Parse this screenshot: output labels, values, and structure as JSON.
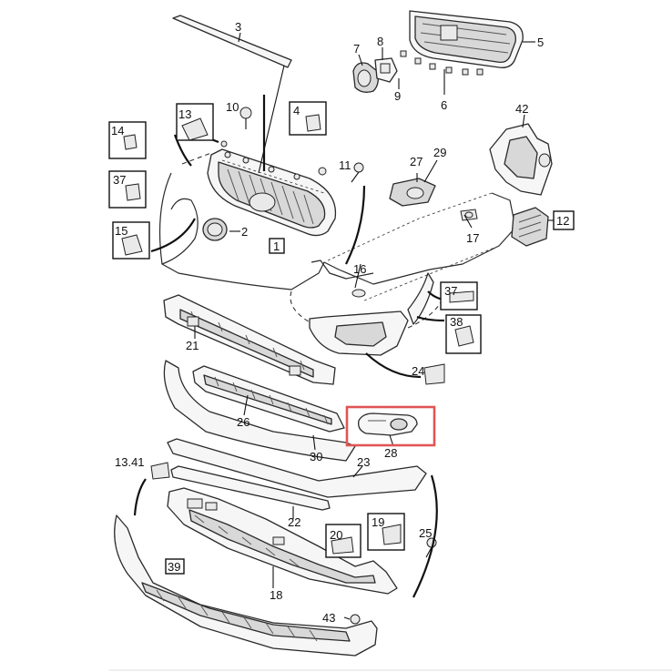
{
  "diagram": {
    "callouts": [
      {
        "id": "c3",
        "text": "3"
      },
      {
        "id": "c5",
        "text": "5"
      },
      {
        "id": "c7",
        "text": "7"
      },
      {
        "id": "c8",
        "text": "8"
      },
      {
        "id": "c9",
        "text": "9"
      },
      {
        "id": "c6",
        "text": "6"
      },
      {
        "id": "c13",
        "text": "13"
      },
      {
        "id": "c10",
        "text": "10"
      },
      {
        "id": "c4",
        "text": "4"
      },
      {
        "id": "c42",
        "text": "42"
      },
      {
        "id": "c14",
        "text": "14"
      },
      {
        "id": "c11",
        "text": "11"
      },
      {
        "id": "c27",
        "text": "27"
      },
      {
        "id": "c29",
        "text": "29"
      },
      {
        "id": "c37a",
        "text": "37"
      },
      {
        "id": "c2",
        "text": "2"
      },
      {
        "id": "c12",
        "text": "12"
      },
      {
        "id": "c15",
        "text": "15"
      },
      {
        "id": "c1",
        "text": "1"
      },
      {
        "id": "c17",
        "text": "17"
      },
      {
        "id": "c16",
        "text": "16"
      },
      {
        "id": "c37b",
        "text": "37"
      },
      {
        "id": "c38",
        "text": "38"
      },
      {
        "id": "c21",
        "text": "21"
      },
      {
        "id": "c24",
        "text": "24"
      },
      {
        "id": "c26",
        "text": "26"
      },
      {
        "id": "c30",
        "text": "30"
      },
      {
        "id": "c28",
        "text": "28"
      },
      {
        "id": "c1341",
        "text": "13.41"
      },
      {
        "id": "c23",
        "text": "23"
      },
      {
        "id": "c22",
        "text": "22"
      },
      {
        "id": "c20",
        "text": "20"
      },
      {
        "id": "c19",
        "text": "19"
      },
      {
        "id": "c25",
        "text": "25"
      },
      {
        "id": "c39",
        "text": "39"
      },
      {
        "id": "c18",
        "text": "18"
      },
      {
        "id": "c43",
        "text": "43"
      }
    ],
    "highlight_color": "#e05555"
  }
}
